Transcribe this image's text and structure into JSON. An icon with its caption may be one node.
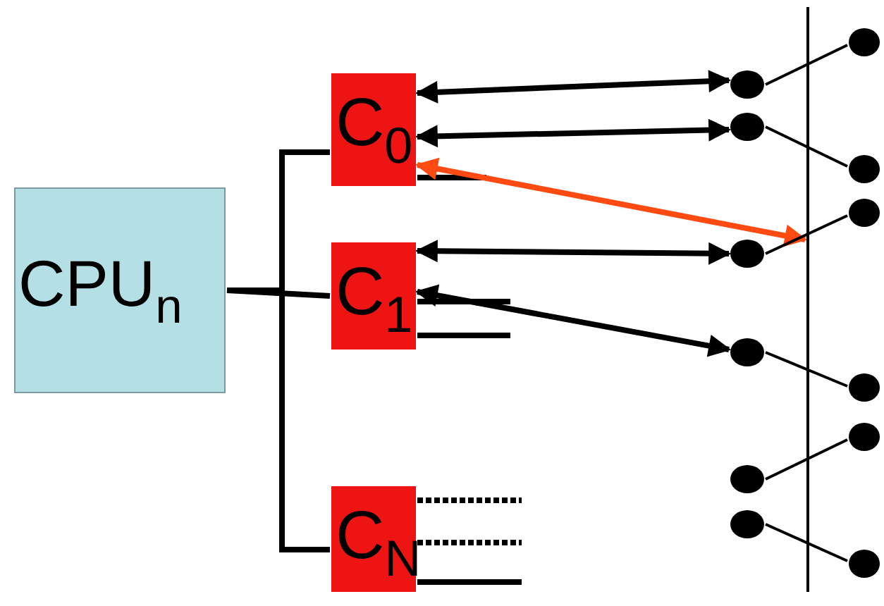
{
  "diagram": {
    "nodes": [
      {
        "text": [
          "CPU$_{n}$"
        ]
      },
      {
        "text": [
          "C$_{0}$"
        ]
      },
      {
        "text": [
          "C$_{1}$"
        ]
      },
      {
        "text": [
          "C$_{N}$"
        ]
      },
      {
        "text": [],
        "shape": "circle"
      },
      {
        "text": [],
        "shape": "circle"
      },
      {
        "text": [],
        "shape": "circle"
      },
      {
        "text": [],
        "shape": "circle"
      },
      {
        "text": [],
        "shape": "circle"
      },
      {
        "text": [],
        "shape": "circle"
      },
      {
        "text": [],
        "shape": "bar"
      },
      {
        "text": [],
        "shape": "circle"
      },
      {
        "text": [],
        "shape": "circle"
      },
      {
        "text": [],
        "shape": "circle"
      },
      {
        "text": [],
        "shape": "circle"
      },
      {
        "text": [],
        "shape": "circle"
      },
      {
        "text": [],
        "shape": "circle"
      }
    ],
    "edges": [
      {
        "from": 0,
        "to": 1,
        "arrow": "none"
      },
      {
        "from": 0,
        "to": 2,
        "arrow": "none"
      },
      {
        "from": 0,
        "to": 3,
        "arrow": "none"
      },
      {
        "from": 1,
        "to": 4,
        "arrow": "both"
      },
      {
        "from": 1,
        "to": 5,
        "arrow": "both"
      },
      {
        "from": 1,
        "to": null,
        "arrow": "none"
      },
      {
        "from": 1,
        "to": 10,
        "arrow": "both",
        "color": "#ff4a12"
      },
      {
        "from": 2,
        "to": 6,
        "arrow": "both"
      },
      {
        "from": 2,
        "to": 7,
        "arrow": "both"
      },
      {
        "from": 2,
        "to": null,
        "arrow": "none"
      },
      {
        "from": 2,
        "to": null,
        "arrow": "none"
      },
      {
        "from": 3,
        "to": null,
        "arrow": "none",
        "style": "dashed"
      },
      {
        "from": 3,
        "to": null,
        "arrow": "none",
        "style": "dashed"
      },
      {
        "from": 3,
        "to": null,
        "arrow": "none"
      },
      {
        "from": 4,
        "to": 11,
        "arrow": "none"
      },
      {
        "from": 5,
        "to": 12,
        "arrow": "none"
      },
      {
        "from": 6,
        "to": 13,
        "arrow": "none"
      },
      {
        "from": 7,
        "to": 14,
        "arrow": "none"
      },
      {
        "from": 8,
        "to": 15,
        "arrow": "none"
      },
      {
        "from": 9,
        "to": 16,
        "arrow": "none"
      }
    ]
  }
}
